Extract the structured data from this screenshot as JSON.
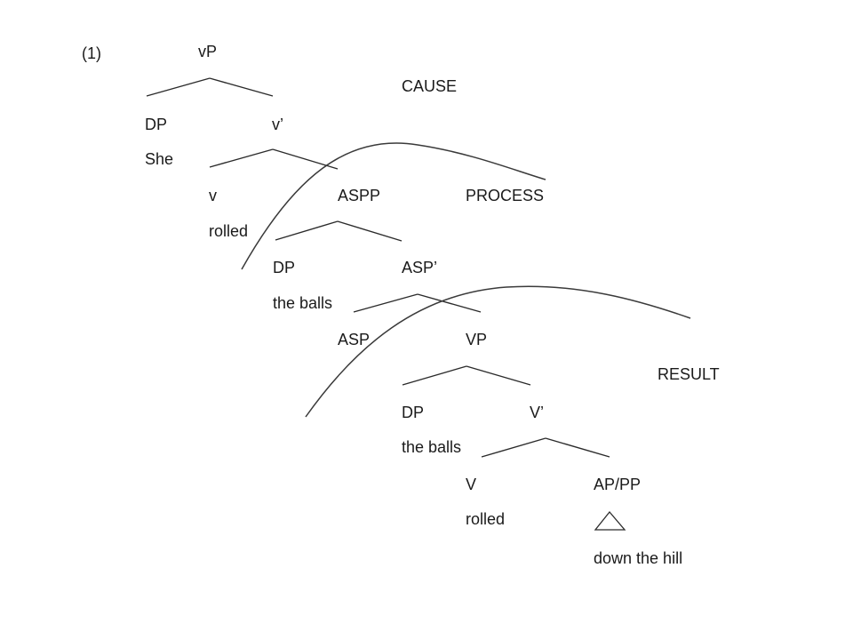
{
  "example_number": "(1)",
  "nodes": {
    "vP": "vP",
    "dp1": "DP",
    "she": "She",
    "vbar": "v’",
    "v_small": "v",
    "rolled1": "rolled",
    "aspp": "ASPP",
    "dp2": "DP",
    "balls1": "the balls",
    "aspbar": "ASP’",
    "asp": "ASP",
    "vp": "VP",
    "dp3": "DP",
    "balls2": "the balls",
    "vbar2": "V’",
    "v_big": "V",
    "rolled2": "rolled",
    "appp": "AP/PP",
    "down": "down the hill"
  },
  "subevents": {
    "cause": "CAUSE",
    "process": "PROCESS",
    "result": "RESULT"
  }
}
